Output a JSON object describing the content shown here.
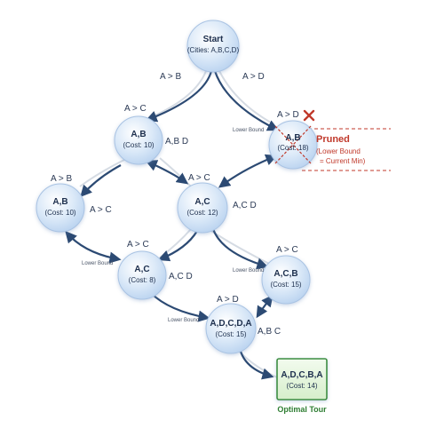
{
  "nodes": {
    "start": {
      "title": "Start",
      "sub": "(Cities: A,B,C,D)"
    },
    "ab_left": {
      "title": "A,B",
      "sub": "(Cost: 10)"
    },
    "ab_pruned": {
      "title": "A,B",
      "sub": "(Cost: 18)"
    },
    "ab_far": {
      "title": "A,B",
      "sub": "(Cost: 10)"
    },
    "ac_mid": {
      "title": "A,C",
      "sub": "(Cost: 12)"
    },
    "ac_low": {
      "title": "A,C",
      "sub": "(Cost: 8)"
    },
    "acb": {
      "title": "A,C,B",
      "sub": "(Cost: 15)"
    },
    "adcda": {
      "title": "A,D,C,D,A",
      "sub": "(Cost: 15)"
    },
    "optimal": {
      "title": "A,D,C,B,A",
      "sub": "(Cost: 14)"
    }
  },
  "edge_labels": {
    "start_left": "A > B",
    "start_right": "A > D",
    "ab_ac": "A > C",
    "ab_bd": "A,B D",
    "pruned_ad": "A > D",
    "pruned_lb": "Lower Bound",
    "far_ab": "A > B",
    "far_ac": "A > C",
    "mid_ac": "A > C",
    "mid_acd": "A,C D",
    "low_ac": "A > C",
    "low_lb": "Lower Bound",
    "low_acd": "A,C D",
    "acb_ac": "A > C",
    "acb_lb": "Lower Bound",
    "adcda_ad": "A > D",
    "adcda_lb": "Lower Bound",
    "adcda_abc": "A,B C"
  },
  "pruned": {
    "title": "Pruned",
    "line1": "(Lower Bound",
    "line2": "= Current Min)"
  },
  "optimal_tour": "Optimal Tour",
  "colors": {
    "edge": "#2c4a73",
    "node_edge": "#a9c3e3",
    "pruned": "#c0392b",
    "optimal_border": "#3e8e41",
    "optimal_fill": "#e3f3dc"
  }
}
